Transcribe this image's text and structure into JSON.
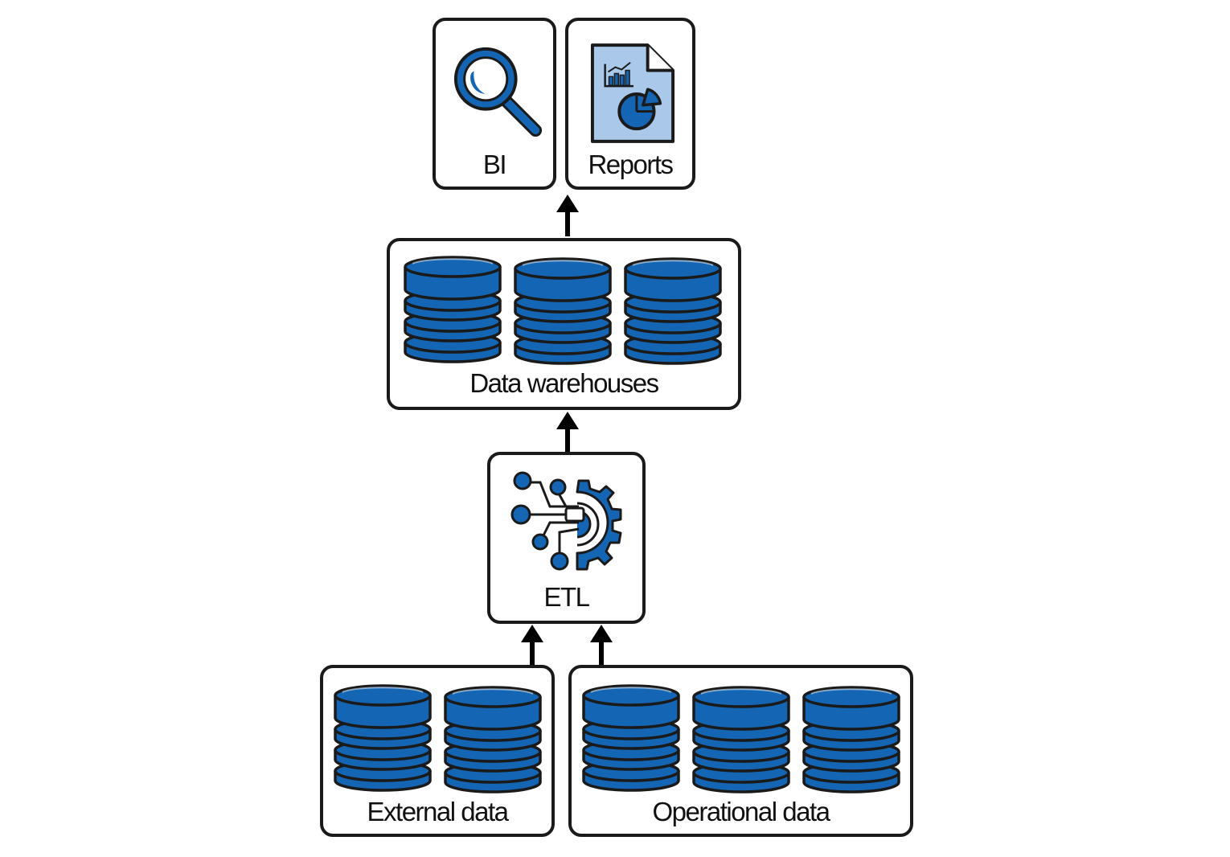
{
  "nodes": {
    "bi": {
      "label": "BI",
      "icon": "magnifier-icon"
    },
    "reports": {
      "label": "Reports",
      "icon": "report-document-icon"
    },
    "warehouses": {
      "label": "Data warehouses",
      "icon": "database-icon"
    },
    "etl": {
      "label": "ETL",
      "icon": "etl-gear-icon"
    },
    "external": {
      "label": "External data",
      "icon": "database-icon"
    },
    "operational": {
      "label": "Operational data",
      "icon": "database-icon"
    }
  },
  "edges": [
    {
      "from": "external",
      "to": "etl"
    },
    {
      "from": "operational",
      "to": "etl"
    },
    {
      "from": "etl",
      "to": "warehouses"
    },
    {
      "from": "warehouses",
      "to": "reports"
    }
  ],
  "colors": {
    "primary": "#1565b5",
    "light": "#a9c8ea",
    "outline": "#1a1a1a"
  }
}
